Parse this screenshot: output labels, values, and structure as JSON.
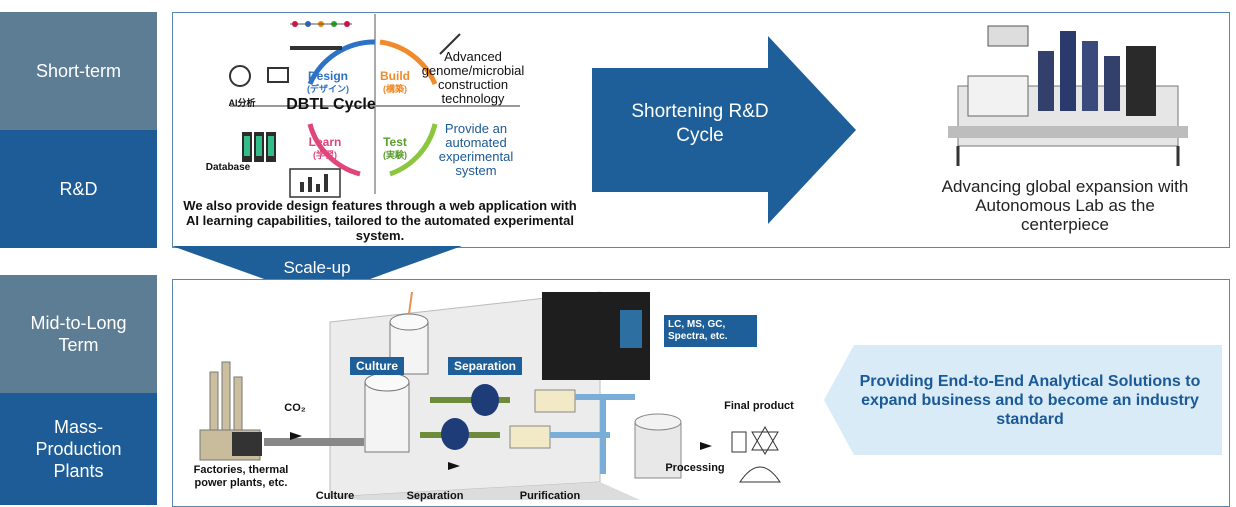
{
  "colors": {
    "side_gray": "#5d7d94",
    "side_blue": "#1d5c96",
    "arrow_blue": "#1f5f99",
    "accent_text": "#1b5a97",
    "callout_bg": "#d9ebf6"
  },
  "side_labels": {
    "short_term": "Short-term",
    "rd": "R&D",
    "mid_long": "Mid-to-Long Term",
    "mass_production": "Mass-Production Plants"
  },
  "dbtl": {
    "center": "DBTL Cycle",
    "design": "Design",
    "design_jp": "(デザイン)",
    "build": "Build",
    "build_jp": "(構築)",
    "test": "Test",
    "test_jp": "(実験)",
    "learn": "Learn",
    "learn_jp": "(学習)",
    "ai": "AI分析",
    "database": "Database",
    "advanced": "Advanced genome/microbial construction technology",
    "automated": "Provide an automated experimental system",
    "footnote": "We also provide design features through a web application with AI learning capabilities, tailored to the automated experimental system."
  },
  "arrows": {
    "shortening": "Shortening R&D Cycle",
    "scale_up": "Scale-up"
  },
  "autonomous_lab": "Advancing global expansion with Autonomous Lab as the centerpiece",
  "plant": {
    "lcms": "LC, MS, GC, Spectra, etc.",
    "culture_tag": "Culture",
    "separation_tag": "Separation",
    "co2": "CO₂",
    "factories": "Factories, thermal power plants, etc.",
    "culture": "Culture",
    "separation": "Separation",
    "purification": "Purification",
    "processing": "Processing",
    "final_product": "Final product"
  },
  "callout": "Providing End-to-End Analytical Solutions to expand business and to become an industry standard"
}
